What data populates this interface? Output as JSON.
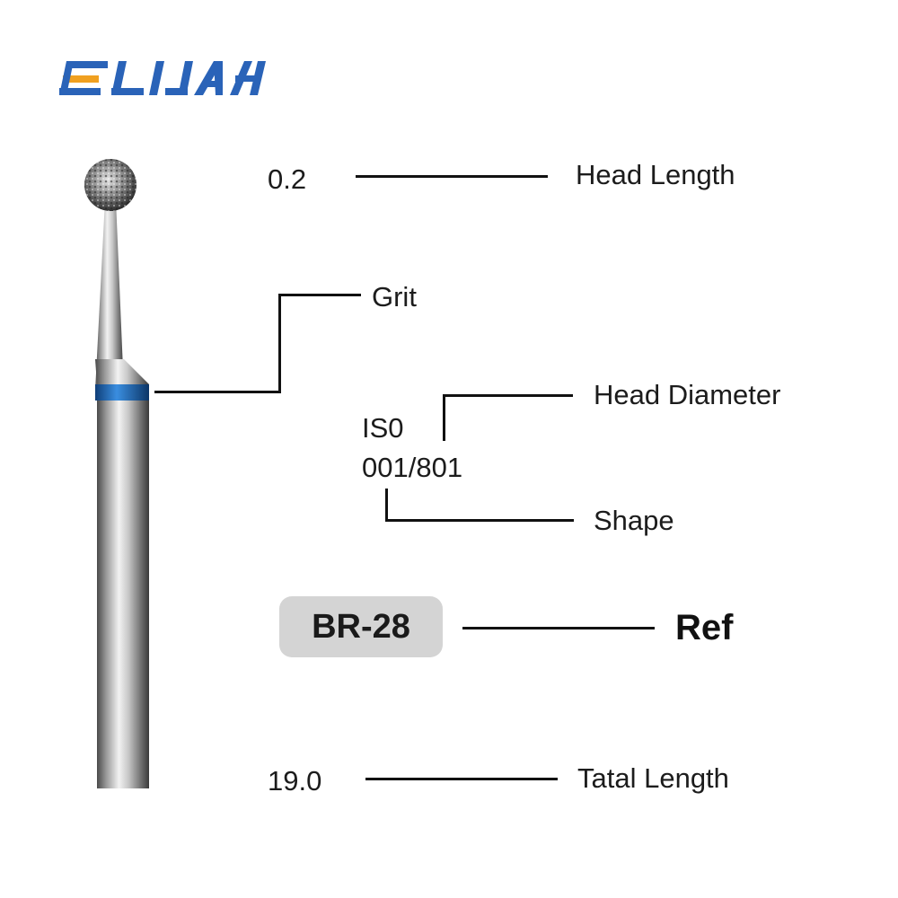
{
  "brand": {
    "logo_text": "ELIJAH",
    "colors": {
      "blue": "#2a63b8",
      "orange": "#f0a020"
    }
  },
  "product": {
    "grit_band_color": "#1f74c8"
  },
  "annotations": {
    "head_length_value": "0.2",
    "head_length_label": "Head Length",
    "grit_label": "Grit",
    "iso_prefix": "IS0",
    "iso_code": "001/801",
    "head_diameter_label": "Head Diameter",
    "shape_label": "Shape",
    "ref_code": "BR-28",
    "ref_label": "Ref",
    "total_length_value": "19.0",
    "total_length_label": "Tatal Length"
  }
}
